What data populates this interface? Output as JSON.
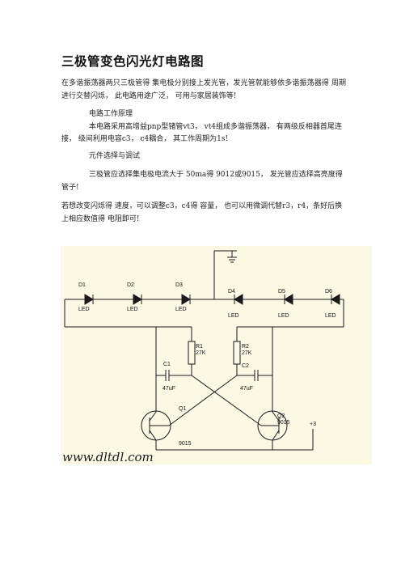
{
  "title": "三极管变色闪光灯电路图",
  "p1": "在多谐振荡器两只三极管得 集电极分别接上发光管，发光管就能够依多谐振荡器得 周期进行交替闪烁， 此电路用途广泛， 可用与家居装饰等!",
  "p2_heading": "电路工作原理",
  "p2_body": "本电路采用高增益pnp型锗管vt3， vt4组成多谐振荡器， 有两级反相器首尾连接， 级间利用电容c3， c4耦合， 其工作周期为1s!",
  "p3": "元件选择与调试",
  "p4": "三极管应选择集电极电流大于 50ma得 9012或9015， 发光管应选择高亮度得 管子!",
  "p5": "若想改变闪烁得 速度，可以调整c3，c4得 容量， 也可以用微调代替r3，r4，条好后换上相应数值得 电阻即可!",
  "schematic": {
    "diodes": [
      {
        "name": "D1",
        "type": "LED"
      },
      {
        "name": "D2",
        "type": "LED"
      },
      {
        "name": "D3",
        "type": "LED"
      },
      {
        "name": "D4",
        "type": "LED"
      },
      {
        "name": "D5",
        "type": "LED"
      },
      {
        "name": "D6",
        "type": "LED"
      }
    ],
    "r1": {
      "name": "R1",
      "value": "27K"
    },
    "r2": {
      "name": "R2",
      "value": "27K"
    },
    "c1": {
      "name": "C1",
      "value": "47uF"
    },
    "c2": {
      "name": "C2",
      "value": "47uF"
    },
    "q1": {
      "name": "Q1",
      "part": "9015"
    },
    "q2": {
      "name": "Q2",
      "part": "9015"
    },
    "vcc": "+3",
    "watermark": "www.dltdl.com"
  }
}
